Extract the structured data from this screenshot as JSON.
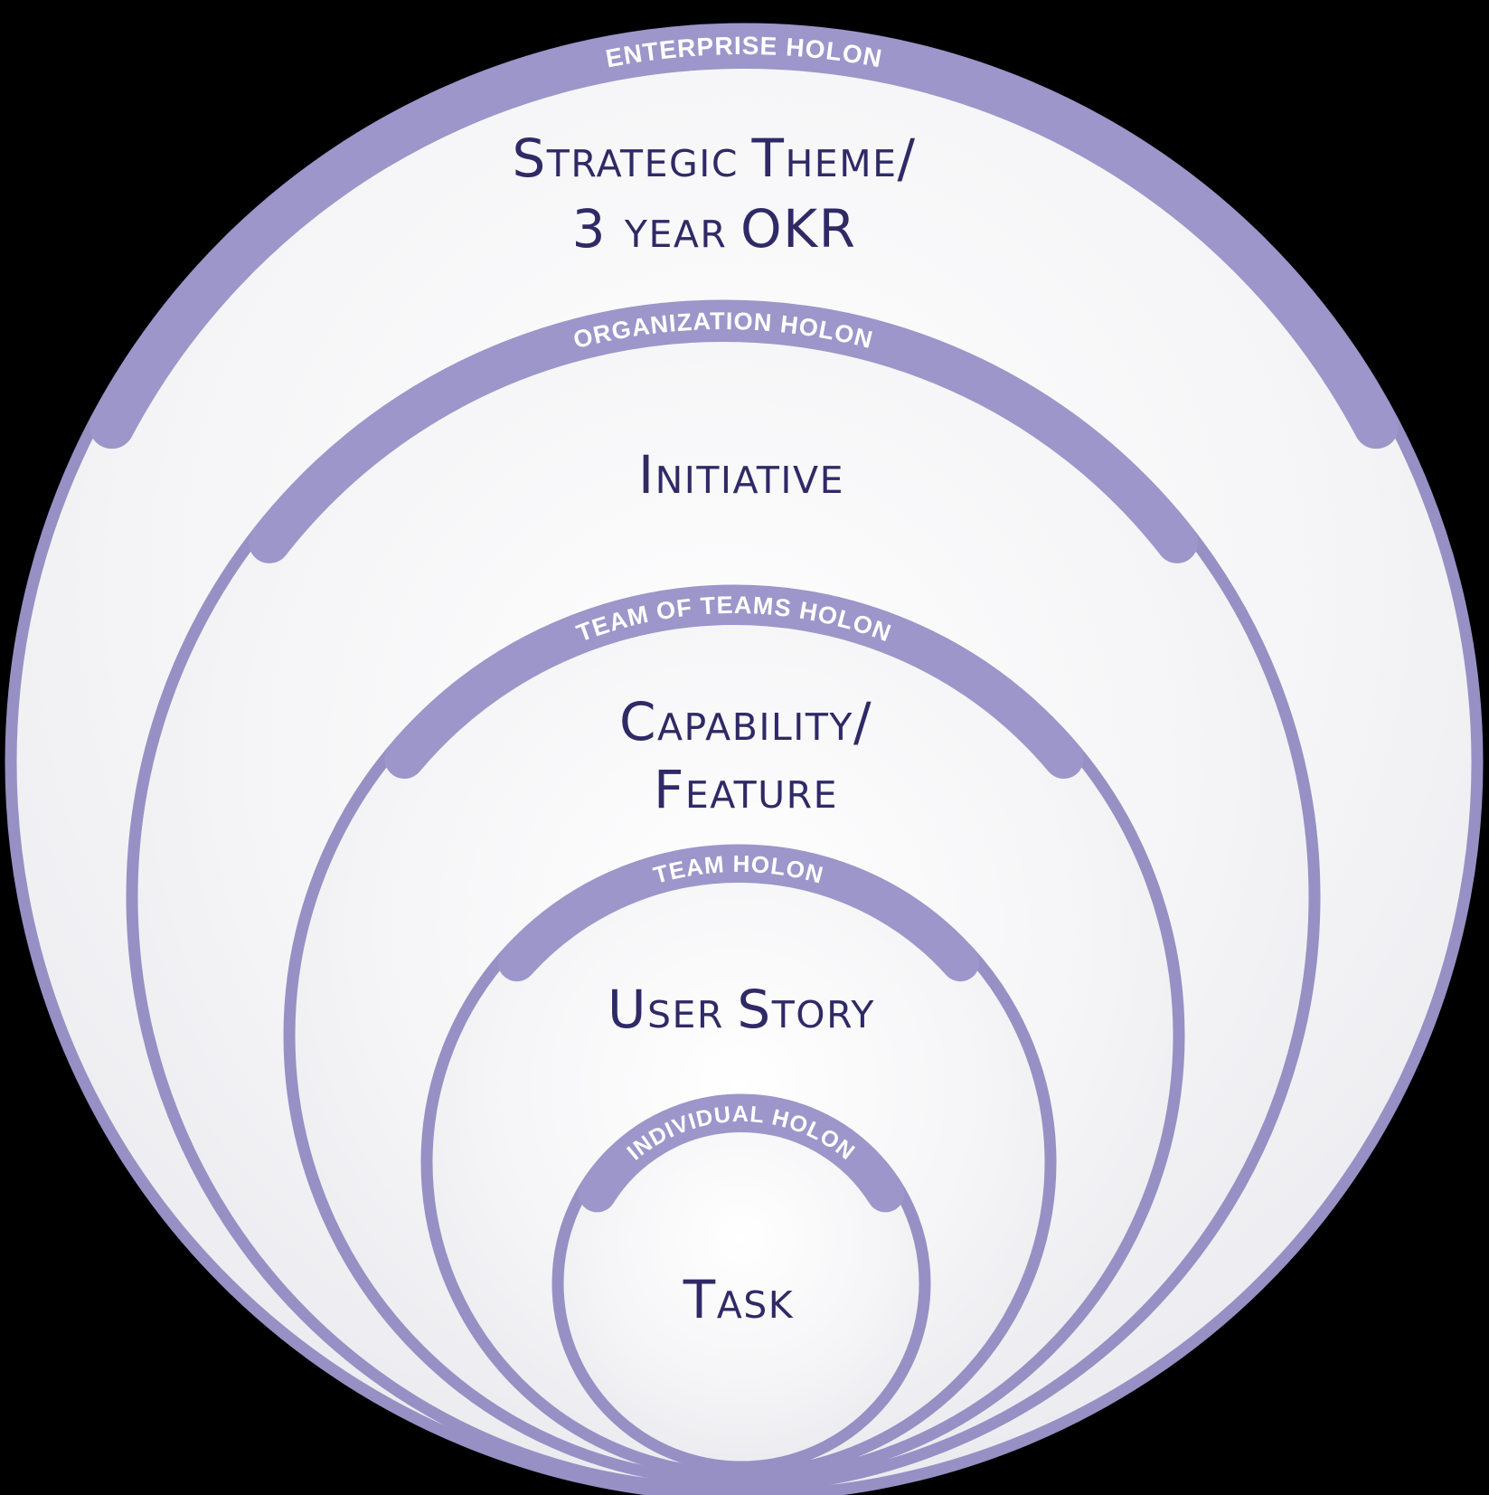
{
  "diagram": {
    "background_color": "#000000",
    "band_color": "#9d96ca",
    "outline_color": "#9790c5",
    "band_text_color": "#ffffff",
    "title_text_color": "#2f2a66",
    "holons": [
      {
        "id": "enterprise",
        "band_label": "ENTERPRISE HOLON",
        "title_lines": [
          "Strategic Theme/",
          "3 year OKR"
        ]
      },
      {
        "id": "organization",
        "band_label": "ORGANIZATION HOLON",
        "title_lines": [
          "Initiative"
        ]
      },
      {
        "id": "team-of-teams",
        "band_label": "TEAM OF TEAMS HOLON",
        "title_lines": [
          "Capability/",
          "Feature"
        ]
      },
      {
        "id": "team",
        "band_label": "TEAM HOLON",
        "title_lines": [
          "User Story"
        ]
      },
      {
        "id": "individual",
        "band_label": "INDIVIDUAL HOLON",
        "title_lines": [
          "Task"
        ]
      }
    ]
  }
}
